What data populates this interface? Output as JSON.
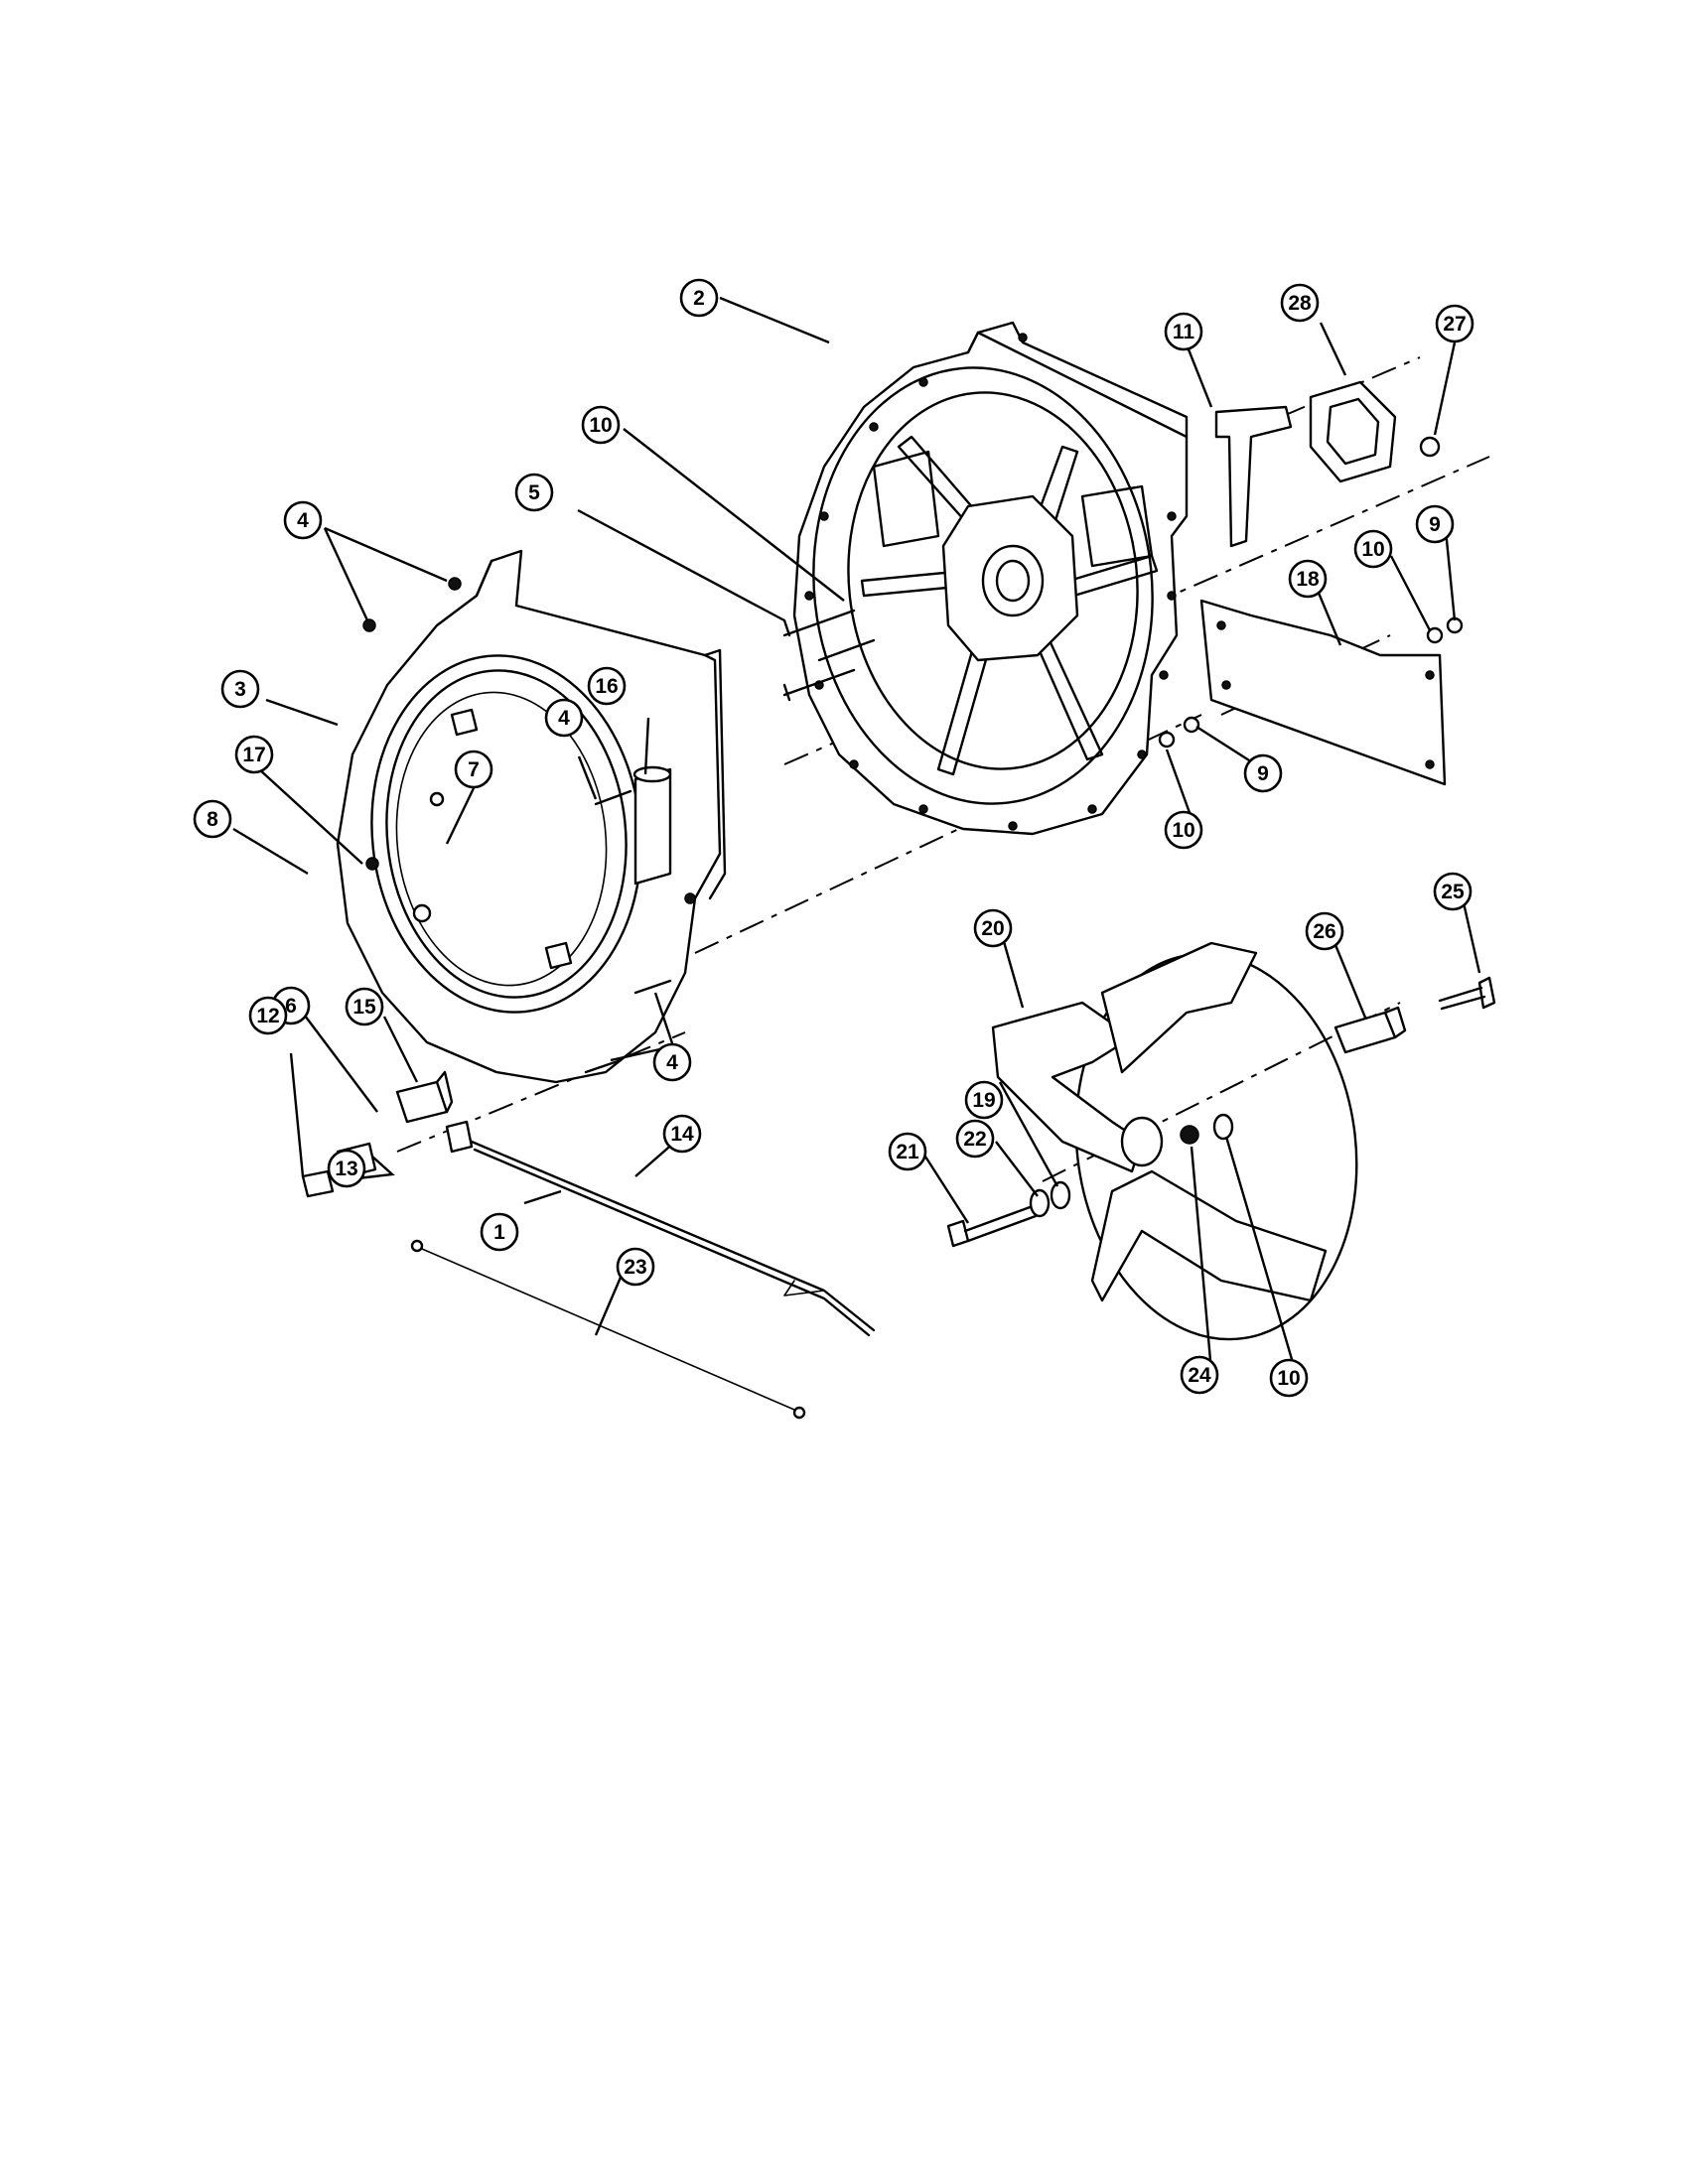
{
  "callouts": [
    {
      "id": "c1",
      "label": "1"
    },
    {
      "id": "c2",
      "label": "2"
    },
    {
      "id": "c3",
      "label": "3"
    },
    {
      "id": "c4a",
      "label": "4"
    },
    {
      "id": "c4b",
      "label": "4"
    },
    {
      "id": "c4c",
      "label": "4"
    },
    {
      "id": "c5",
      "label": "5"
    },
    {
      "id": "c6",
      "label": "6"
    },
    {
      "id": "c7",
      "label": "7"
    },
    {
      "id": "c8",
      "label": "8"
    },
    {
      "id": "c9a",
      "label": "9"
    },
    {
      "id": "c9b",
      "label": "9"
    },
    {
      "id": "c10a",
      "label": "10"
    },
    {
      "id": "c10b",
      "label": "10"
    },
    {
      "id": "c10c",
      "label": "10"
    },
    {
      "id": "c10d",
      "label": "10"
    },
    {
      "id": "c11",
      "label": "11"
    },
    {
      "id": "c12",
      "label": "12"
    },
    {
      "id": "c13",
      "label": "13"
    },
    {
      "id": "c14",
      "label": "14"
    },
    {
      "id": "c15",
      "label": "15"
    },
    {
      "id": "c16",
      "label": "16"
    },
    {
      "id": "c17",
      "label": "17"
    },
    {
      "id": "c18",
      "label": "18"
    },
    {
      "id": "c19",
      "label": "19"
    },
    {
      "id": "c20",
      "label": "20"
    },
    {
      "id": "c21",
      "label": "21"
    },
    {
      "id": "c22",
      "label": "22"
    },
    {
      "id": "c23",
      "label": "23"
    },
    {
      "id": "c24",
      "label": "24"
    },
    {
      "id": "c25",
      "label": "25"
    },
    {
      "id": "c26",
      "label": "26"
    },
    {
      "id": "c27",
      "label": "27"
    },
    {
      "id": "c28",
      "label": "28"
    }
  ]
}
